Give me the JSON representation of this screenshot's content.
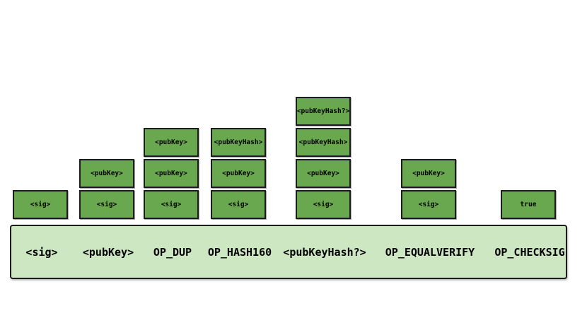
{
  "diagram": {
    "columns": [
      {
        "label": "<sig>",
        "stack": [
          "<sig>"
        ]
      },
      {
        "label": "<pubKey>",
        "stack": [
          "<pubKey>",
          "<sig>"
        ]
      },
      {
        "label": "OP_DUP",
        "stack": [
          "<pubKey>",
          "<pubKey>",
          "<sig>"
        ]
      },
      {
        "label": "OP_HASH160",
        "stack": [
          "<pubKeyHash>",
          "<pubKey>",
          "<sig>"
        ]
      },
      {
        "label": "<pubKeyHash?>",
        "stack": [
          "<pubKeyHash?>",
          "<pubKeyHash>",
          "<pubKey>",
          "<sig>"
        ]
      },
      {
        "label": "OP_EQUALVERIFY",
        "stack": [
          "<pubKey>",
          "<sig>"
        ]
      },
      {
        "label": "OP_CHECKSIG",
        "stack": [
          "true"
        ]
      }
    ],
    "colors": {
      "box_fill": "#6aa84f",
      "box_border": "#1c1c1c",
      "bar_fill": "#cde7c2",
      "bar_border": "#1c1c1c"
    }
  }
}
